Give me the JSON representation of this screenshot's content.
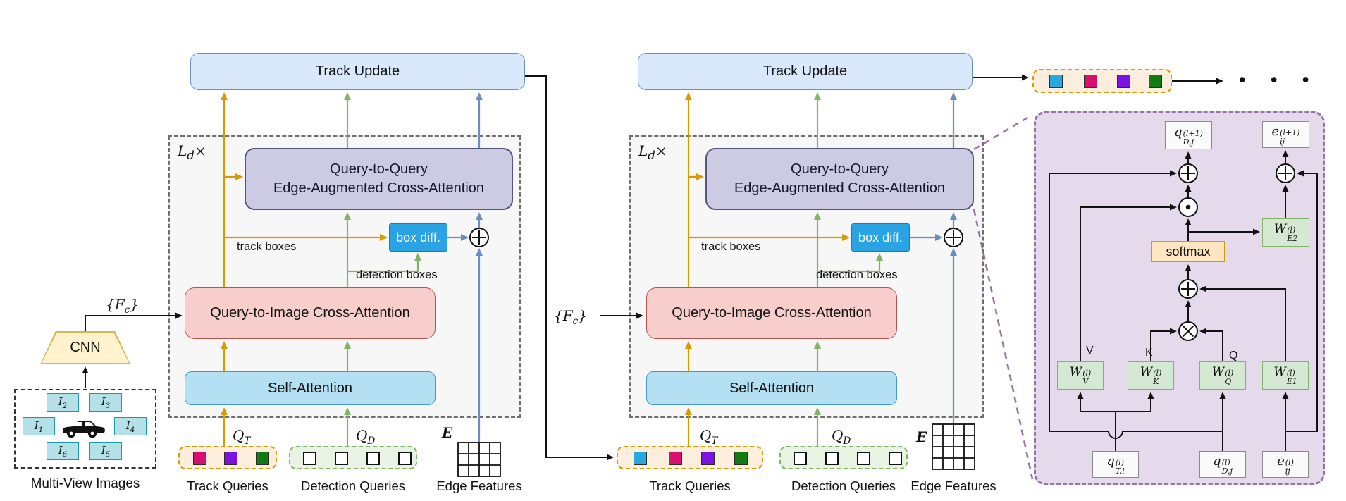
{
  "left": {
    "multi_view_label": "Multi-View Images",
    "cnn_label": "CNN",
    "fc": {
      "open": "{",
      "base": "F",
      "sub": "c",
      "close": "}"
    },
    "images": [
      {
        "base": "I",
        "sub": "2"
      },
      {
        "base": "I",
        "sub": "3"
      },
      {
        "base": "I",
        "sub": "1"
      },
      {
        "base": "I",
        "sub": "4"
      },
      {
        "base": "I",
        "sub": "6"
      },
      {
        "base": "I",
        "sub": "5"
      }
    ]
  },
  "decoder": {
    "track_update": "Track Update",
    "loop": {
      "base": "L",
      "sub": "d",
      "times": "×"
    },
    "q2q_line1": "Query-to-Query",
    "q2q_line2": "Edge-Augmented Cross-Attention",
    "box_diff": "box diff.",
    "track_boxes": "track boxes",
    "detection_boxes": "detection boxes",
    "q2i": "Query-to-Image Cross-Attention",
    "self_attention": "Self-Attention",
    "qt": {
      "base": "Q",
      "sub": "T"
    },
    "qd": {
      "base": "Q",
      "sub": "D"
    },
    "e_base": "E",
    "track_queries": "Track Queries",
    "detection_queries": "Detection Queries",
    "edge_features": "Edge Features"
  },
  "queries": {
    "block1_track_colors": [
      "#D6106E",
      "#7B12E0",
      "#117A11"
    ],
    "block2_track_colors": [
      "#29A8E0",
      "#D6106E",
      "#7B12E0",
      "#117A11"
    ],
    "output_track_colors": [
      "#29A8E0",
      "#D6106E",
      "#7B12E0",
      "#117A11"
    ]
  },
  "output": {
    "dots": "•  •  •"
  },
  "panel": {
    "out_q": {
      "base": "q",
      "sup": "(l+1)",
      "sub": "D,j"
    },
    "out_e": {
      "base": "e",
      "sup": "(l+1)",
      "sub": "ij"
    },
    "softmax": "softmax",
    "v": "V",
    "k": "K",
    "q": "Q",
    "w_v": {
      "base": "W",
      "sup": "(l)",
      "sub": "V"
    },
    "w_k": {
      "base": "W",
      "sup": "(l)",
      "sub": "K"
    },
    "w_q": {
      "base": "W",
      "sup": "(l)",
      "sub": "Q"
    },
    "w_e1": {
      "base": "W",
      "sup": "(l)",
      "sub": "E1"
    },
    "w_e2": {
      "base": "W",
      "sup": "(l)",
      "sub": "E2"
    },
    "in_qt": {
      "base": "q",
      "sup": "(l)",
      "sub": "T,i"
    },
    "in_qd": {
      "base": "q",
      "sup": "(l)",
      "sub": "D,j"
    },
    "in_e": {
      "base": "e",
      "sup": "(l)",
      "sub": "ij"
    }
  },
  "colors": {
    "track_update_fill": "#DAE8FC",
    "track_update_stroke": "#6C8EBF",
    "q2q_fill": "#CDCBE4",
    "q2q_stroke": "#56537D",
    "q2i_fill": "#F8CECC",
    "q2i_stroke": "#B85450",
    "self_attention_fill": "#B5DFF2",
    "box_diff_fill": "#29A3E3",
    "cnn_fill": "#FFF2CC",
    "cnn_stroke": "#D6B656",
    "image_tile_fill": "#B3E1E7",
    "panel_fill": "#E5DAEB",
    "panel_stroke": "#9673A6",
    "weight_fill": "#D5E8D4",
    "weight_stroke": "#82B366",
    "softmax_fill": "#FFE6C0",
    "arrow_track": "#D79B00",
    "arrow_detection": "#82B366",
    "arrow_edge": "#6C8EBF"
  }
}
